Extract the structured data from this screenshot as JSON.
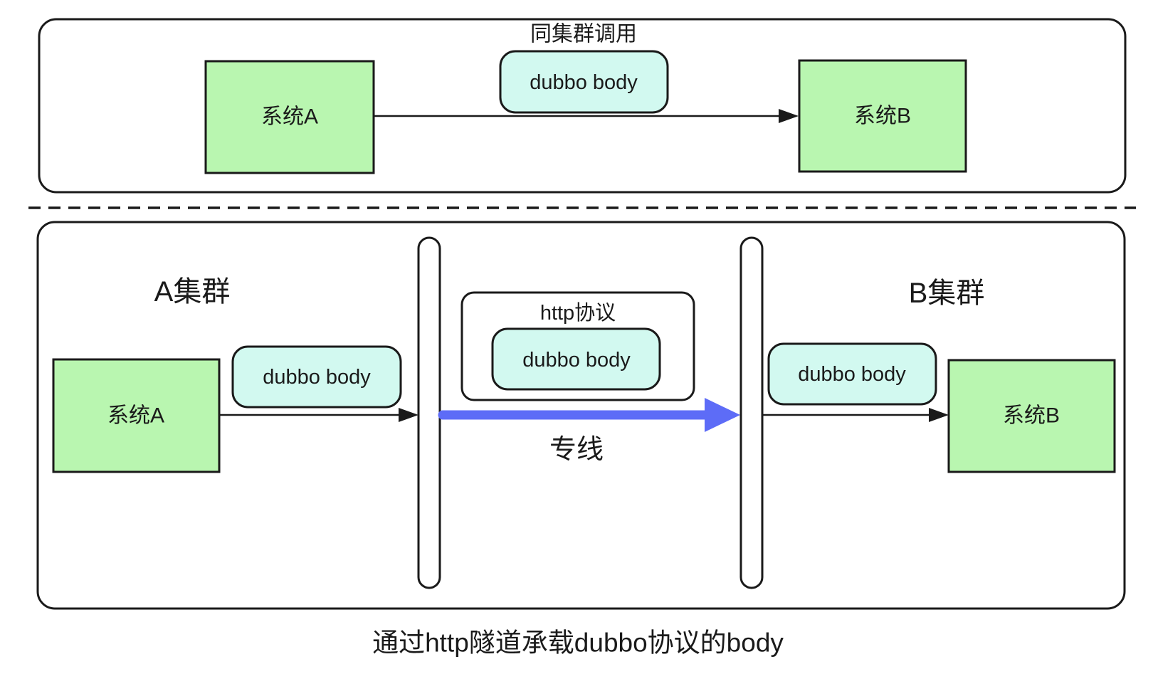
{
  "colors": {
    "green": "#b9f6b0",
    "cyan": "#d2f9f0",
    "purple": "#8552c7",
    "blue": "#5d6cf7",
    "line": "#1a1a1a",
    "panel_fill": "#ffffff"
  },
  "top_panel": {
    "title": "同集群调用",
    "system_a": "系统A",
    "system_b": "系统B",
    "payload": "dubbo body"
  },
  "bottom_panel": {
    "cluster_a_label": "A集群",
    "cluster_b_label": "B集群",
    "system_a": "系统A",
    "system_b": "系统B",
    "payload_a": "dubbo body",
    "payload_b": "dubbo body",
    "http_box": {
      "title": "http协议",
      "payload": "dubbo body"
    },
    "link_label": "专线"
  },
  "caption": "通过http隧道承载dubbo协议的body"
}
